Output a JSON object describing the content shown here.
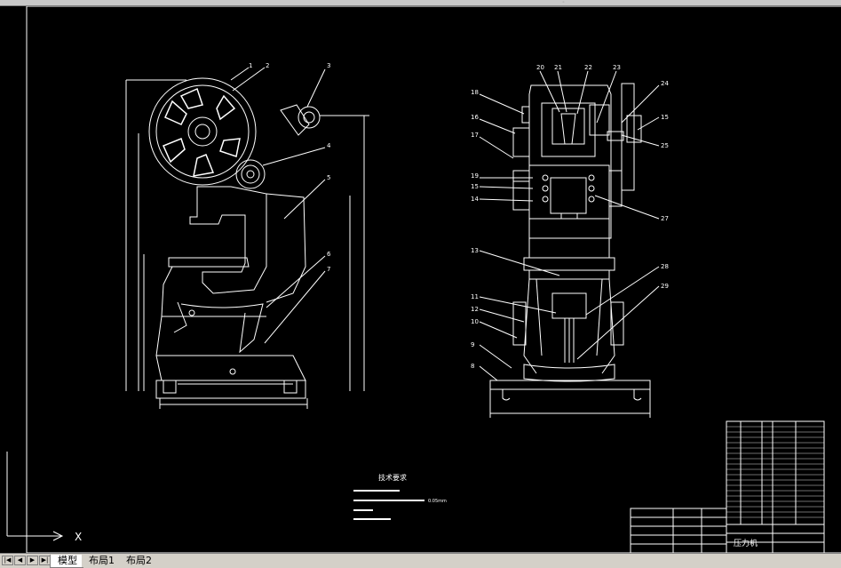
{
  "tabs": [
    {
      "label": "模型",
      "active": true
    },
    {
      "label": "布局1",
      "active": false
    },
    {
      "label": "布局2",
      "active": false
    }
  ],
  "nav_buttons": [
    "|◀",
    "◀",
    "▶",
    "▶|"
  ],
  "ucs": {
    "x_label": "X"
  },
  "front_view": {
    "callouts": [
      "1",
      "2",
      "3",
      "4",
      "5",
      "6",
      "7"
    ]
  },
  "side_view": {
    "callouts_top": [
      "20",
      "21",
      "22",
      "23"
    ],
    "callouts_left": [
      "18",
      "16",
      "17",
      "19",
      "15",
      "14",
      "13",
      "11",
      "12",
      "10",
      "9",
      "8"
    ],
    "callouts_right": [
      "24",
      "15",
      "25",
      "27",
      "28",
      "29"
    ]
  },
  "notes": {
    "title": "技术要求",
    "line3_suffix": "0.05mm"
  },
  "title_block": {
    "name": "压力机"
  },
  "colors": {
    "background": "#000000",
    "lines": "#ffffff",
    "tabbar": "#d4d0c8"
  }
}
